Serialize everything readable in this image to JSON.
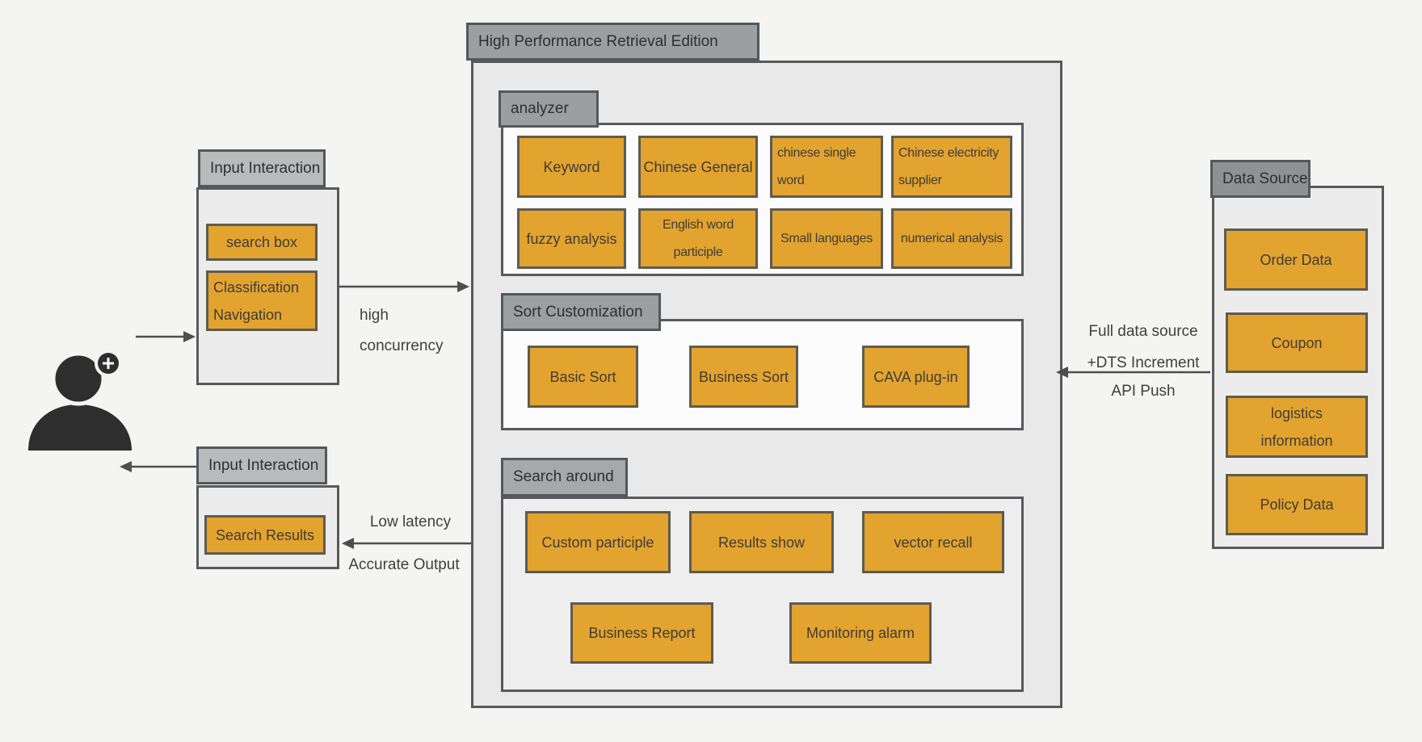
{
  "colors": {
    "canvas-bg": "#f4f4f3",
    "container-fill": "#ececec",
    "center-fill": "#e9e9e9",
    "inner-fill": "#fbfbfb",
    "search-fill": "#eeeeee",
    "container-border": "#58595c",
    "label-border": "#54585a",
    "label-light": "#b8babb",
    "label-mid": "#9b9fa1",
    "label-mid2": "#a6a9ab",
    "label-dark": "#8e9294",
    "orange": "#e3a32f",
    "orange-border": "#5d5c50",
    "box-text": "#3e3d36",
    "label-text": "#2f2f2f",
    "free-text": "#3f3f3f",
    "arrow": "#4e4e4e",
    "actor": "#2e2e2e"
  },
  "input_top": {
    "title": "Input Interaction",
    "search_box": "search box",
    "classification_navigation": "Classification\nNavigation"
  },
  "input_bottom": {
    "title": "Input Interaction",
    "search_results": "Search Results"
  },
  "flow_labels": {
    "high_concurrency": "high\nconcurrency",
    "low_latency": "Low latency",
    "accurate_output": "Accurate Output",
    "full_data_and_dts": "Full data source\n+DTS Increment",
    "api_push": "API Push"
  },
  "retrieval": {
    "title": "High Performance Retrieval Edition",
    "analyzer": {
      "title": "analyzer",
      "row1": [
        "Keyword",
        "Chinese General",
        "chinese single\nword",
        "Chinese electricity\nsupplier"
      ],
      "row2": [
        "fuzzy analysis",
        "English word\nparticiple",
        "Small languages",
        "numerical analysis"
      ]
    },
    "sort": {
      "title": "Sort Customization",
      "items": [
        "Basic Sort",
        "Business Sort",
        "CAVA plug-in"
      ]
    },
    "search_around": {
      "title": "Search around",
      "row1": [
        "Custom participle",
        "Results show",
        "vector recall"
      ],
      "row2": [
        "Business Report",
        "Monitoring alarm"
      ]
    }
  },
  "data_source": {
    "title": "Data Source",
    "items": [
      "Order Data",
      "Coupon",
      "logistics\ninformation",
      "Policy Data"
    ]
  }
}
